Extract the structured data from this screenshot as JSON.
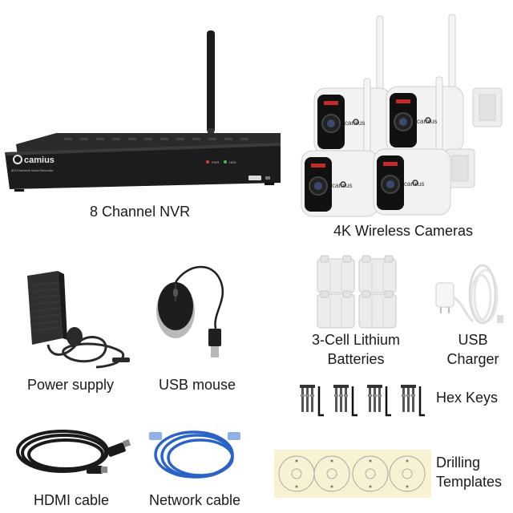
{
  "brand": "camius",
  "nvr_model_text": "8CH Network Video Recorder",
  "nvr_leds": {
    "pwr": "PWR",
    "hdd": "HDD"
  },
  "labels": {
    "nvr": "8 Channel NVR",
    "cameras": "4K Wireless Cameras",
    "power_supply": "Power supply",
    "usb_mouse": "USB mouse",
    "batteries_line1": "3-Cell Lithium",
    "batteries_line2": "Batteries",
    "usb_charger_line1": "USB",
    "usb_charger_line2": "Charger",
    "hex_keys": "Hex Keys",
    "hdmi_cable": "HDMI cable",
    "network_cable": "Network cable",
    "drilling_line1": "Drilling",
    "drilling_line2": "Templates"
  },
  "colors": {
    "nvr_body": "#1c1c1e",
    "camera_body": "#f2f2f2",
    "camera_face": "#111111",
    "network_cable": "#2a63c8",
    "template_paper": "#f7f3d2"
  }
}
